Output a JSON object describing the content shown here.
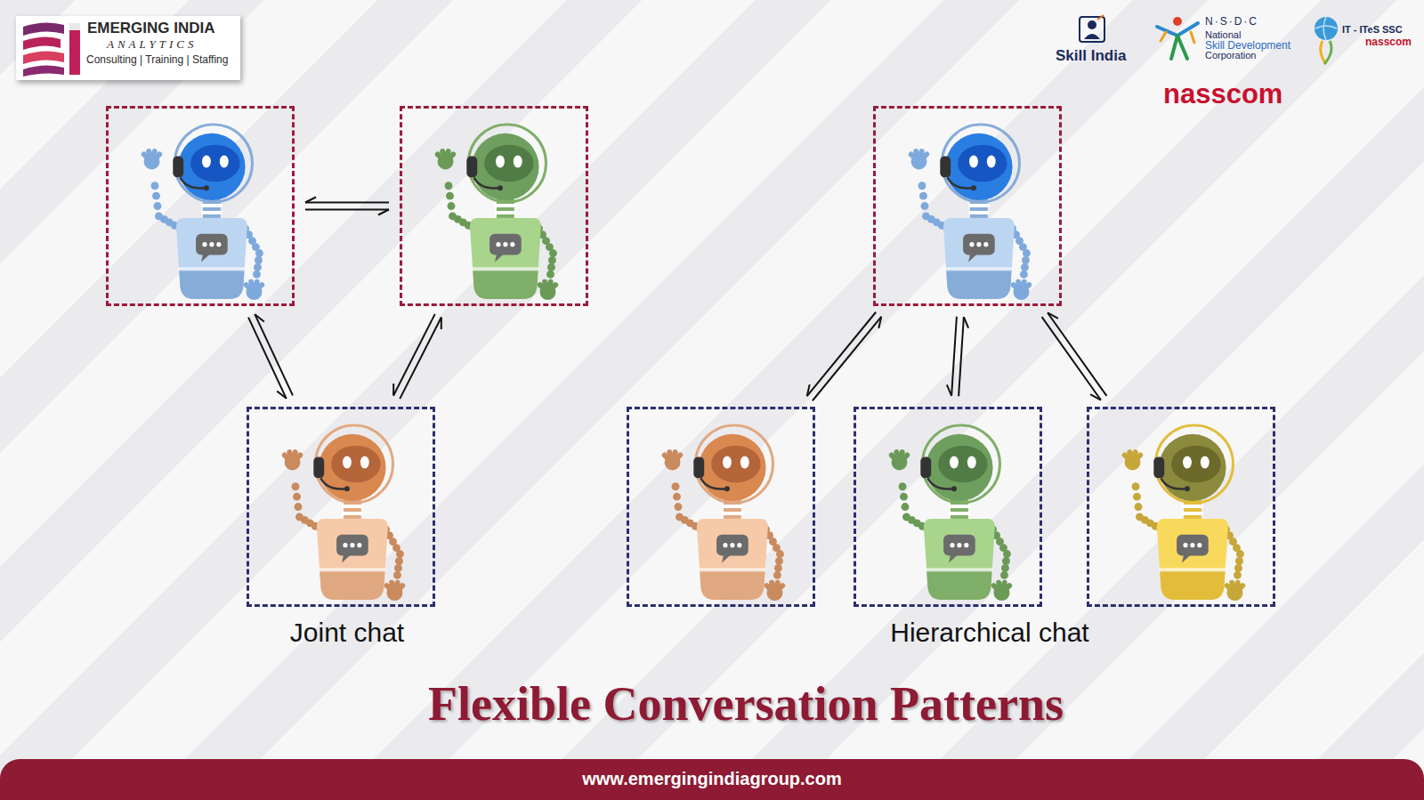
{
  "diagram": {
    "title": "Flexible Conversation Patterns",
    "nodes": [
      {
        "text": []
      },
      {
        "text": []
      },
      {
        "text": []
      },
      {
        "text": []
      },
      {
        "text": []
      },
      {
        "text": []
      },
      {
        "text": []
      }
    ],
    "edges": [
      {
        "from": 0,
        "to": 1,
        "arrow": "both"
      },
      {
        "from": 0,
        "to": 2,
        "arrow": "both"
      },
      {
        "from": 1,
        "to": 2,
        "arrow": "both"
      },
      {
        "from": 3,
        "to": 4,
        "arrow": "both"
      },
      {
        "from": 3,
        "to": 5,
        "arrow": "both"
      },
      {
        "from": 3,
        "to": 6,
        "arrow": "both"
      }
    ],
    "labels": [
      "EMERGING INDIA",
      "ANALYTICS",
      "Consulting | Training | Staffing",
      "Skill India",
      "N·S·D·C",
      "National",
      "Skill Development",
      "Corporation",
      "IT - ITeS SSC",
      "nasscom",
      "nasscom",
      "Joint chat",
      "Hierarchical chat",
      "www.emergingindiagroup.com"
    ]
  }
}
